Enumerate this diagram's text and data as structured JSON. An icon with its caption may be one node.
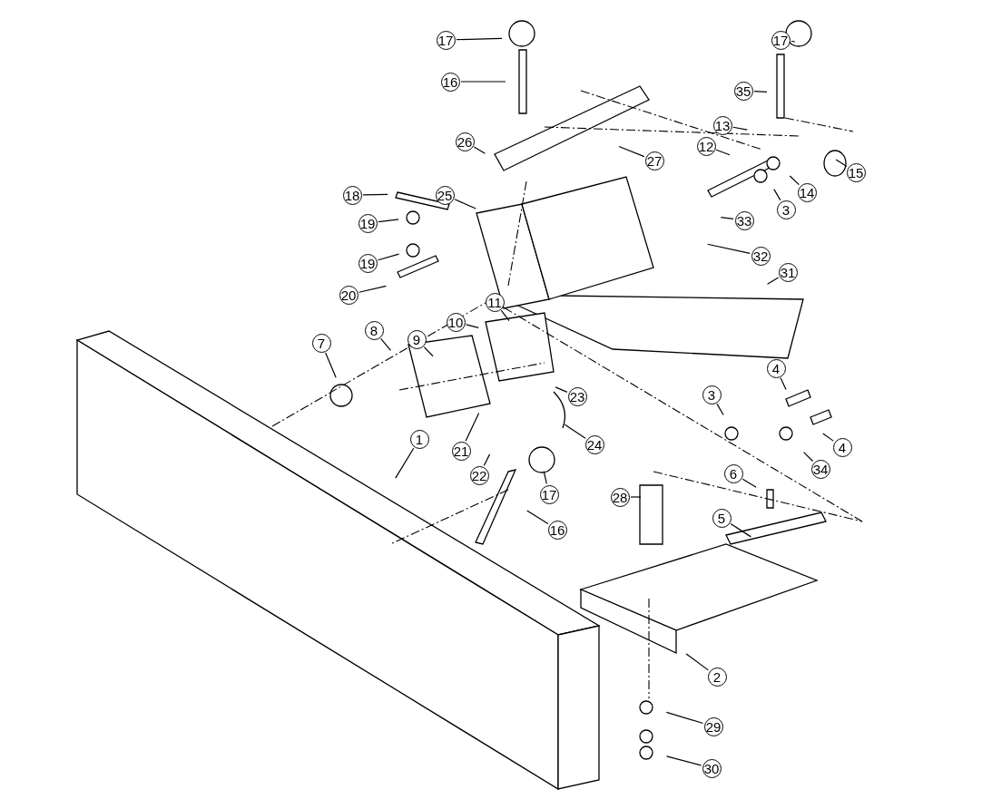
{
  "diagram": {
    "nodes": [
      {
        "text": [
          "17"
        ]
      },
      {
        "text": [
          "17"
        ]
      },
      {
        "text": [
          "16"
        ]
      },
      {
        "text": [
          "35"
        ]
      },
      {
        "text": [
          "13"
        ]
      },
      {
        "text": [
          "26"
        ]
      },
      {
        "text": [
          "12"
        ]
      },
      {
        "text": [
          "27"
        ]
      },
      {
        "text": [
          "14"
        ]
      },
      {
        "text": [
          "15"
        ]
      },
      {
        "text": [
          "25"
        ]
      },
      {
        "text": [
          "18"
        ]
      },
      {
        "text": [
          "3"
        ]
      },
      {
        "text": [
          "19"
        ]
      },
      {
        "text": [
          "33"
        ]
      },
      {
        "text": [
          "32"
        ]
      },
      {
        "text": [
          "19"
        ]
      },
      {
        "text": [
          "20"
        ]
      },
      {
        "text": [
          "31"
        ]
      },
      {
        "text": [
          "11"
        ]
      },
      {
        "text": [
          "10"
        ]
      },
      {
        "text": [
          "9"
        ]
      },
      {
        "text": [
          "8"
        ]
      },
      {
        "text": [
          "7"
        ]
      },
      {
        "text": [
          "4"
        ]
      },
      {
        "text": [
          "3"
        ]
      },
      {
        "text": [
          "23"
        ]
      },
      {
        "text": [
          "24"
        ]
      },
      {
        "text": [
          "4"
        ]
      },
      {
        "text": [
          "34"
        ]
      },
      {
        "text": [
          "1"
        ]
      },
      {
        "text": [
          "21"
        ]
      },
      {
        "text": [
          "22"
        ]
      },
      {
        "text": [
          "17"
        ]
      },
      {
        "text": [
          "28"
        ]
      },
      {
        "text": [
          "6"
        ]
      },
      {
        "text": [
          "5"
        ]
      },
      {
        "text": [
          "16"
        ]
      },
      {
        "text": [
          "2"
        ]
      },
      {
        "text": [
          "29"
        ]
      },
      {
        "text": [
          "30"
        ]
      }
    ],
    "edges": [
      {
        "from": 0,
        "to": null,
        "arrow": "none"
      },
      {
        "from": 1,
        "to": null,
        "arrow": "none"
      },
      {
        "from": 2,
        "to": null,
        "arrow": "none"
      },
      {
        "from": 3,
        "to": null,
        "arrow": "none"
      },
      {
        "from": 4,
        "to": null,
        "arrow": "none"
      },
      {
        "from": 5,
        "to": null,
        "arrow": "none"
      },
      {
        "from": 6,
        "to": null,
        "arrow": "none"
      },
      {
        "from": 7,
        "to": null,
        "arrow": "none"
      },
      {
        "from": 8,
        "to": null,
        "arrow": "none"
      },
      {
        "from": 9,
        "to": null,
        "arrow": "none"
      },
      {
        "from": 10,
        "to": null,
        "arrow": "none"
      },
      {
        "from": 11,
        "to": null,
        "arrow": "none"
      },
      {
        "from": 12,
        "to": null,
        "arrow": "none"
      },
      {
        "from": 13,
        "to": null,
        "arrow": "none"
      },
      {
        "from": 14,
        "to": null,
        "arrow": "none"
      },
      {
        "from": 15,
        "to": null,
        "arrow": "none"
      },
      {
        "from": 16,
        "to": null,
        "arrow": "none"
      },
      {
        "from": 17,
        "to": null,
        "arrow": "none"
      },
      {
        "from": 18,
        "to": null,
        "arrow": "none"
      },
      {
        "from": 19,
        "to": null,
        "arrow": "none"
      },
      {
        "from": 20,
        "to": null,
        "arrow": "none"
      },
      {
        "from": 21,
        "to": null,
        "arrow": "none"
      },
      {
        "from": 22,
        "to": null,
        "arrow": "none"
      },
      {
        "from": 23,
        "to": null,
        "arrow": "none"
      },
      {
        "from": 24,
        "to": null,
        "arrow": "none"
      },
      {
        "from": 25,
        "to": null,
        "arrow": "none"
      },
      {
        "from": 26,
        "to": null,
        "arrow": "none"
      },
      {
        "from": 27,
        "to": null,
        "arrow": "none"
      },
      {
        "from": 28,
        "to": null,
        "arrow": "none"
      },
      {
        "from": 29,
        "to": null,
        "arrow": "none"
      },
      {
        "from": 30,
        "to": null,
        "arrow": "none"
      },
      {
        "from": 31,
        "to": null,
        "arrow": "none"
      },
      {
        "from": 32,
        "to": null,
        "arrow": "none"
      },
      {
        "from": 33,
        "to": null,
        "arrow": "none"
      },
      {
        "from": 34,
        "to": null,
        "arrow": "none"
      },
      {
        "from": 35,
        "to": null,
        "arrow": "none"
      },
      {
        "from": 36,
        "to": null,
        "arrow": "none"
      },
      {
        "from": 37,
        "to": null,
        "arrow": "none"
      },
      {
        "from": 38,
        "to": null,
        "arrow": "none"
      },
      {
        "from": 39,
        "to": null,
        "arrow": "none"
      },
      {
        "from": 40,
        "to": null,
        "arrow": "none"
      }
    ]
  }
}
